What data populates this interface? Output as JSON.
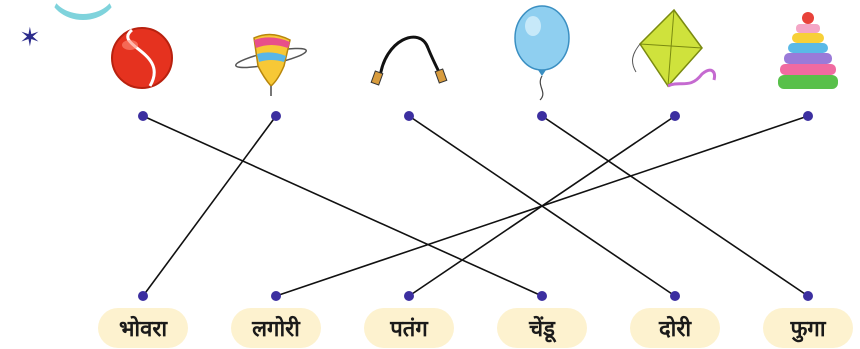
{
  "instruction_marker": "✶",
  "pictures": [
    {
      "name": "ball",
      "icon": "ball-icon"
    },
    {
      "name": "spinning-top",
      "icon": "spinning-top-icon"
    },
    {
      "name": "string",
      "icon": "string-icon"
    },
    {
      "name": "balloon",
      "icon": "balloon-icon"
    },
    {
      "name": "kite",
      "icon": "kite-icon"
    },
    {
      "name": "ring-stack",
      "icon": "ring-stack-icon"
    }
  ],
  "words": [
    "भोवरा",
    "लगोरी",
    "पतंग",
    "चेंडू",
    "दोरी",
    "फुगा"
  ],
  "matches": [
    {
      "picture": 0,
      "word": 3
    },
    {
      "picture": 1,
      "word": 0
    },
    {
      "picture": 2,
      "word": 4
    },
    {
      "picture": 3,
      "word": 5
    },
    {
      "picture": 4,
      "word": 2
    },
    {
      "picture": 5,
      "word": 1
    }
  ],
  "colors": {
    "dot": "#3c2fa0",
    "line": "#111111",
    "pill": "#fdf2cf",
    "marker": "#2c2c8c"
  }
}
